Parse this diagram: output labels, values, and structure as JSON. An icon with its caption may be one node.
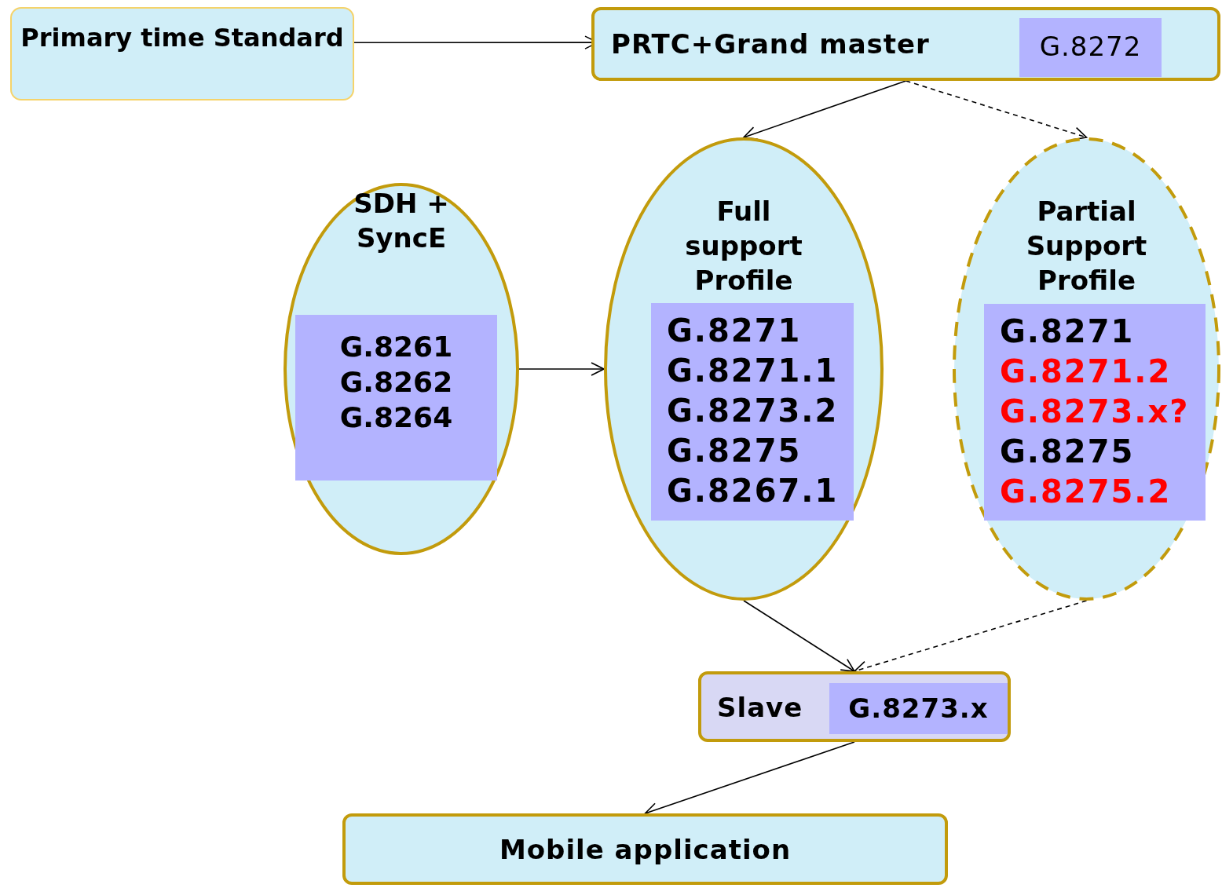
{
  "diagram": {
    "nodes": [
      {
        "text": [
          "Primary time Standard"
        ]
      },
      {
        "text": [
          "PRTC+Grand master"
        ]
      },
      {
        "text": [
          "G.8272"
        ],
        "in": 1
      },
      {
        "text": [
          "SDH + SyncE"
        ]
      },
      {
        "text": [
          "G.8261",
          "G.8262",
          "G.8264"
        ],
        "in": 3
      },
      {
        "text": [
          "Full support Profile"
        ]
      },
      {
        "text": [
          "G.8271",
          "G.8271.1",
          "G.8273.2",
          "G.8275",
          "G.8267.1"
        ],
        "in": 5
      },
      {
        "text": [
          "Partial Support Profile"
        ]
      },
      {
        "text": [
          "G.8271",
          "G.8271.2",
          "G.8273.x?",
          "G.8275",
          "G.8275.2"
        ],
        "in": 7
      },
      {
        "text": [
          "Slave"
        ]
      },
      {
        "text": [
          "G.8273.x"
        ],
        "in": 9
      },
      {
        "text": [
          "Mobile application"
        ]
      }
    ],
    "edges": [
      {
        "from": 0,
        "to": 1,
        "arrow": "to"
      },
      {
        "from": 1,
        "to": 5,
        "arrow": "to"
      },
      {
        "from": 1,
        "to": 7,
        "arrow": "to",
        "style": "dashed"
      },
      {
        "from": 3,
        "to": 5,
        "arrow": "to"
      },
      {
        "from": 5,
        "to": 9,
        "arrow": "to"
      },
      {
        "from": 7,
        "to": 9,
        "arrow": "to",
        "style": "dashed"
      },
      {
        "from": 9,
        "to": 11,
        "arrow": "to"
      }
    ]
  }
}
